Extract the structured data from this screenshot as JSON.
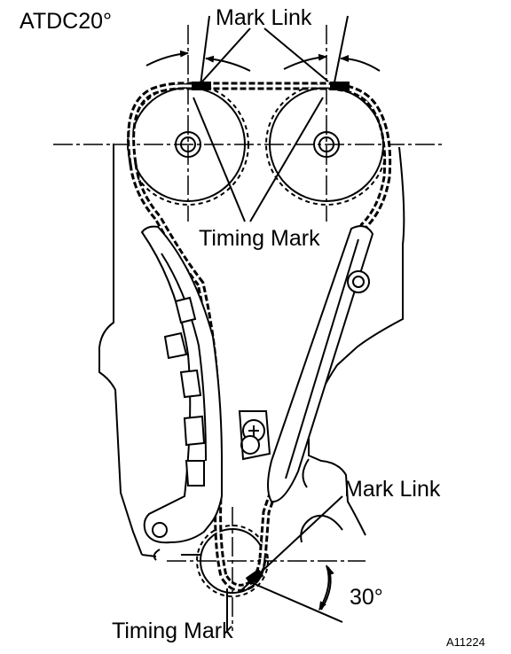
{
  "labels": {
    "angle_top": "ATDC20°",
    "mark_link_top": "Mark Link",
    "timing_mark_top": "Timing Mark",
    "mark_link_bottom": "Mark Link",
    "angle_bottom": "30°",
    "timing_mark_bottom": "Timing Mark",
    "figure_id": "A11224"
  },
  "colors": {
    "line": "#000000",
    "background": "#ffffff",
    "mark_link_fill": "#000000"
  }
}
